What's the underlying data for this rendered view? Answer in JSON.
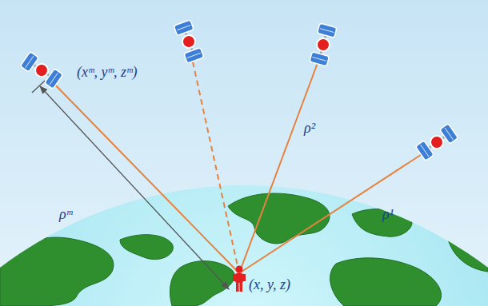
{
  "diagram": {
    "labels": [
      "(xᵐ, yᵐ, zᵐ)",
      "ρᵐ",
      "ρ²",
      "ρ¹",
      "(x, y, z)"
    ]
  }
}
